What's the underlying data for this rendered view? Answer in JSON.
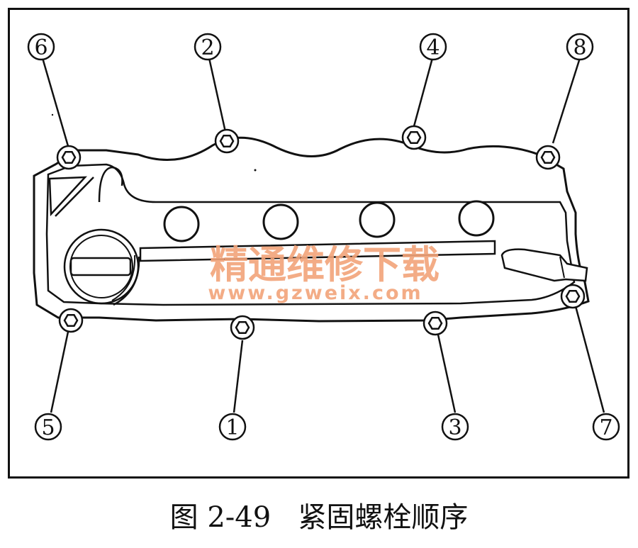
{
  "caption": "图 2-49   紧固螺栓顺序",
  "watermark": {
    "text": "精通维修下载",
    "url": "www.gzweix.com",
    "color": "#f2a47a"
  },
  "callouts": [
    {
      "id": "b1",
      "label": "1"
    },
    {
      "id": "b2",
      "label": "2"
    },
    {
      "id": "b3",
      "label": "3"
    },
    {
      "id": "b4",
      "label": "4"
    },
    {
      "id": "b5",
      "label": "5"
    },
    {
      "id": "b6",
      "label": "6"
    },
    {
      "id": "b7",
      "label": "7"
    },
    {
      "id": "b8",
      "label": "8"
    }
  ],
  "colors": {
    "line": "#111111",
    "background": "#ffffff"
  }
}
